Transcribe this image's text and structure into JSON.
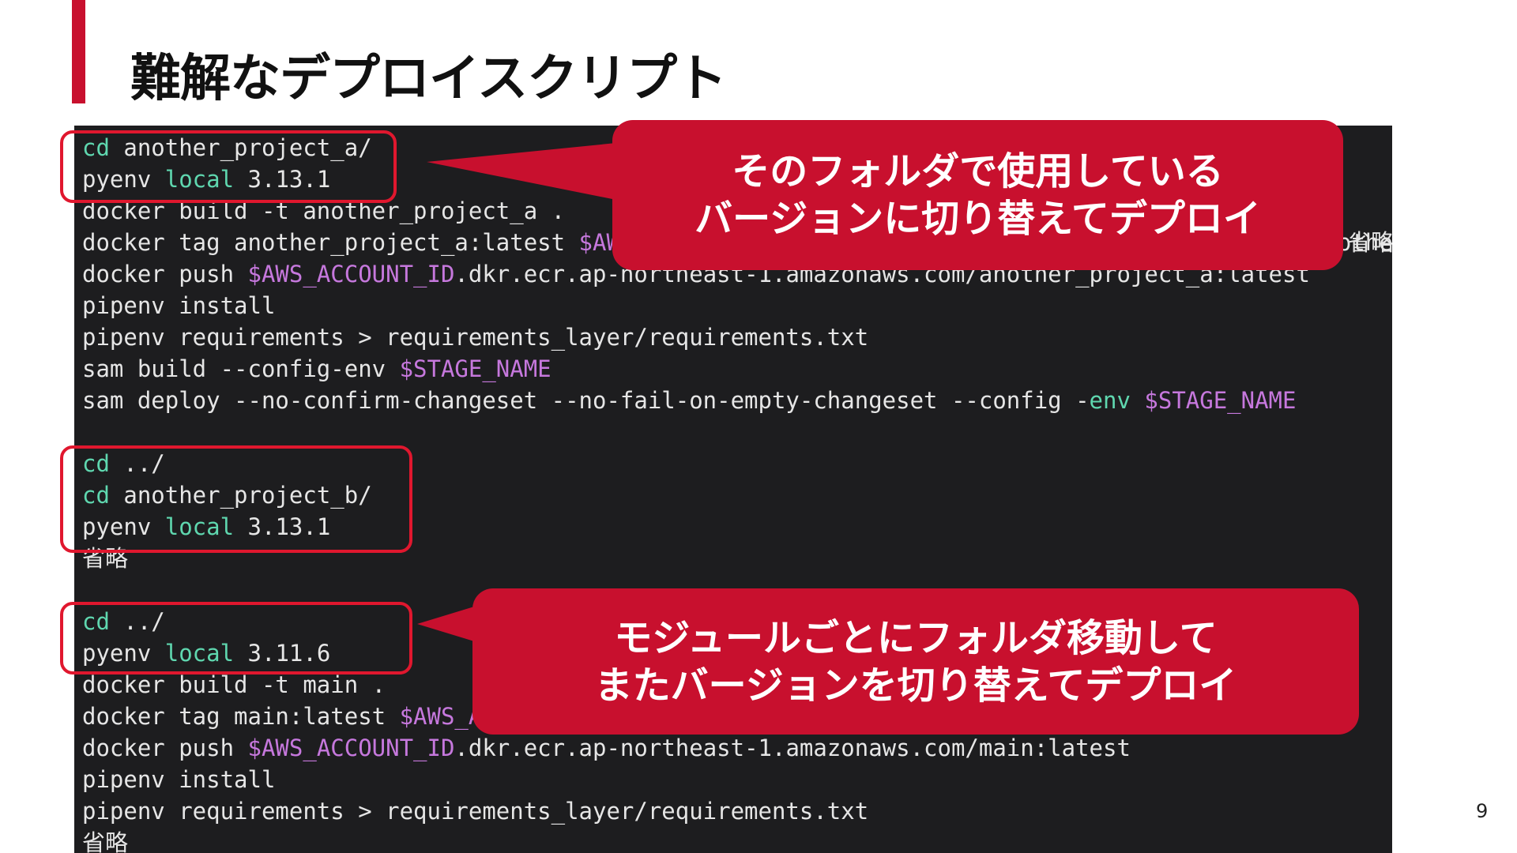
{
  "slide": {
    "title": "難解なデプロイスクリプト",
    "page_number": "9"
  },
  "code": {
    "lines": [
      {
        "t": "cd",
        "c": " another_project_a/"
      },
      {
        "a": "pyenv ",
        "t": "local",
        "c": " 3.13.1"
      },
      {
        "a": "docker build -t another_project_a ."
      },
      {
        "a": "docker tag another_project_a:latest ",
        "v": "$AWS_ACCOUNT_ID",
        "c": ".dkr.ecr.ap-northeast-1.amazonaws.com/another_project_a:latest"
      },
      {
        "a": "docker push ",
        "v": "$AWS_ACCOUNT_ID",
        "c": ".dkr.ecr.ap-northeast-1.amazonaws.com/another_project_a:latest"
      },
      {
        "a": "pipenv install"
      },
      {
        "a": "pipenv requirements > requirements_layer/requirements.txt"
      },
      {
        "a": "sam build --config-env ",
        "v": "$STAGE_NAME"
      },
      {
        "a": "sam deploy --no-confirm-changeset --no-fail-on-empty-changeset --config -",
        "t": "env",
        "v2": " $STAGE_NAME"
      },
      {
        "a": ""
      },
      {
        "t": "cd",
        "c": " ../"
      },
      {
        "t": "cd",
        "c": " another_project_b/"
      },
      {
        "a": "pyenv ",
        "t": "local",
        "c": " 3.13.1"
      },
      {
        "a": "省略"
      },
      {
        "a": ""
      },
      {
        "t": "cd",
        "c": " ../"
      },
      {
        "a": "pyenv ",
        "t": "local",
        "c": " 3.11.6"
      },
      {
        "a": "docker build -t main ."
      },
      {
        "a": "docker tag main:latest ",
        "v": "$AWS_ACCOUNT_ID",
        "c": ".dkr.ecr.ap-northeast-1.amazonaws.com/main:latest"
      },
      {
        "a": "docker push ",
        "v": "$AWS_ACCOUNT_ID",
        "c": ".dkr.ecr.ap-northeast-1.amazonaws.com/main:latest"
      },
      {
        "a": "pipenv install"
      },
      {
        "a": "pipenv requirements > requirements_layer/requirements.txt"
      },
      {
        "a": "省略"
      }
    ],
    "line2_trailing": "省略"
  },
  "callouts": {
    "top": {
      "line1": "そのフォルダで使用している",
      "line2": "バージョンに切り替えてデプロイ"
    },
    "bottom": {
      "line1": "モジュールごとにフォルダ移動して",
      "line2": "またバージョンを切り替えてデプロイ"
    }
  },
  "colors": {
    "accent": "#c8102e",
    "code_bg": "#1d1d1f",
    "keyword": "#5fd7af",
    "variable": "#c678dd"
  }
}
